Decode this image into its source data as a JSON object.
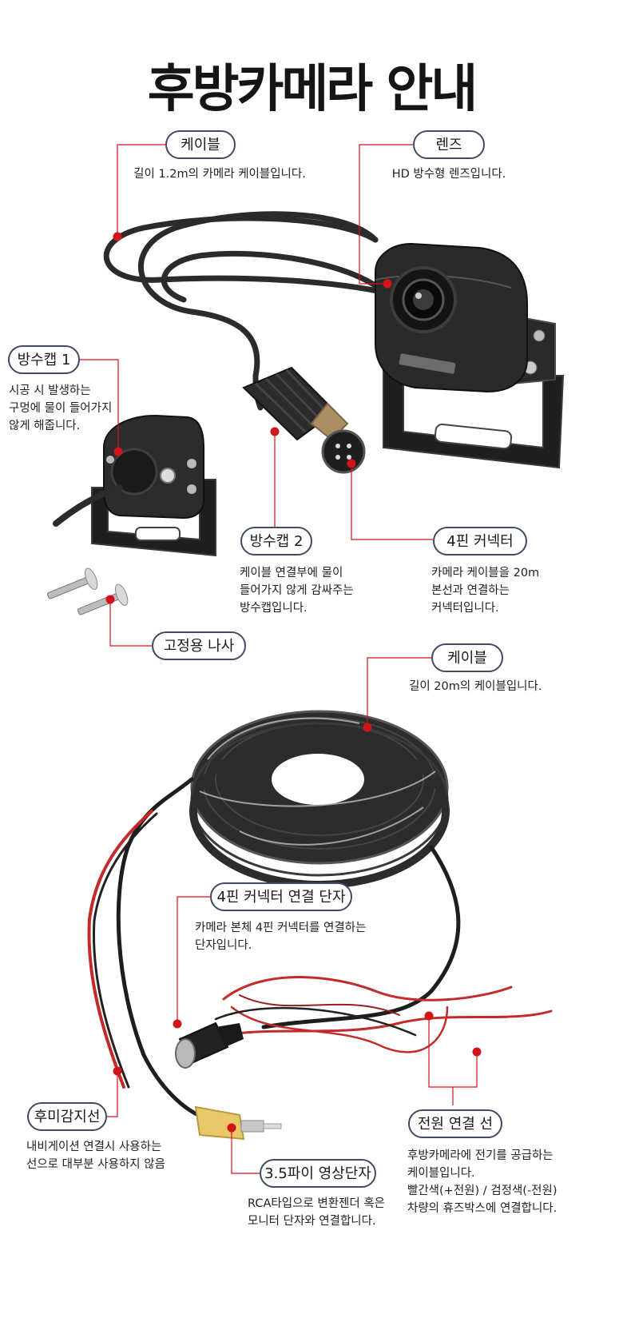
{
  "title": "후방카메라 안내",
  "colors": {
    "accent": "#d3131a",
    "pill_border": "#404a63",
    "cable": "#2b2b2b",
    "red_wire": "#c42a2a",
    "rca_yellow": "#e9c86a"
  },
  "callouts": {
    "cable_short": {
      "label": "케이블",
      "lines": [
        "길이 1.2m의 카메라 케이블입니다."
      ]
    },
    "lens": {
      "label": "렌즈",
      "lines": [
        "HD 방수형 렌즈입니다."
      ]
    },
    "waterproof_cap_1": {
      "label": "방수캡 1",
      "lines": [
        "시공 시 발생하는",
        "구멍에 물이 들어가지",
        "않게 해줍니다."
      ]
    },
    "waterproof_cap_2": {
      "label": "방수캡 2",
      "lines": [
        "케이블 연결부에 물이",
        "들어가지 않게 감싸주는",
        "방수캡입니다."
      ]
    },
    "connector_4pin": {
      "label": "4핀 커넥터",
      "lines": [
        "카메라 케이블을 20m",
        "본선과 연결하는",
        "커넥터입니다."
      ]
    },
    "screw": {
      "label": "고정용 나사",
      "lines": []
    },
    "cable_long": {
      "label": "케이블",
      "lines": [
        "길이 20m의 케이블입니다."
      ]
    },
    "connector_terminal": {
      "label": "4핀 커넥터 연결 단자",
      "lines": [
        "카메라 본체 4핀 커넥터를 연결하는",
        "단자입니다."
      ]
    },
    "reverse_sensor": {
      "label": "후미감지선",
      "lines": [
        "내비게이션 연결시 사용하는",
        "선으로 대부분 사용하지 않음"
      ]
    },
    "power_line": {
      "label": "전원 연결 선",
      "lines": [
        "후방카메라에 전기를 공급하는",
        "케이블입니다.",
        "빨간색(+전원) / 검정색(-전원)",
        "차량의 휴즈박스에 연결합니다."
      ]
    },
    "video_terminal": {
      "label": "3.5파이 영상단자",
      "lines": [
        "RCA타입으로  변환젠더 혹은",
        "모니터 단자와 연결합니다."
      ]
    }
  }
}
